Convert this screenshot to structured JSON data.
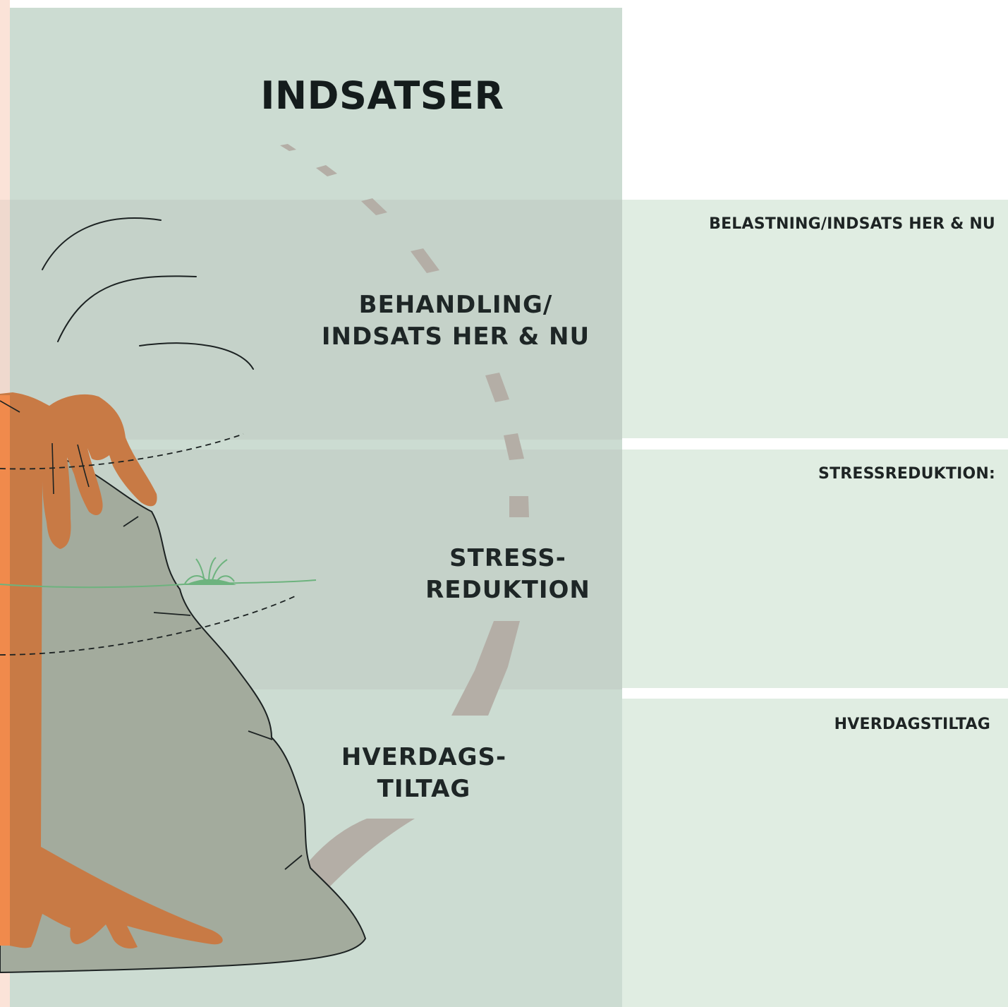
{
  "title": "INDSATSER",
  "stages": [
    {
      "line1": "BEHANDLING/",
      "line2": "INDSATS HER & NU"
    },
    {
      "line1": "STRESS-",
      "line2": "REDUKTION"
    },
    {
      "line1": "HVERDAGS-",
      "line2": "TILTAG"
    }
  ],
  "fields": [
    {
      "label": "BELASTNING/INDSATS HER & NU"
    },
    {
      "label": "STRESSREDUKTION:"
    },
    {
      "label": "HVERDAGSTILTAG"
    }
  ],
  "colors": {
    "panel": "#ccdcd2",
    "field": "#e0ede2",
    "figure": "#c87a45",
    "figure_edge": "#f08a4c",
    "rock": "#a3ab9d",
    "path": "#b4aea6",
    "grass": "#6db37e"
  }
}
